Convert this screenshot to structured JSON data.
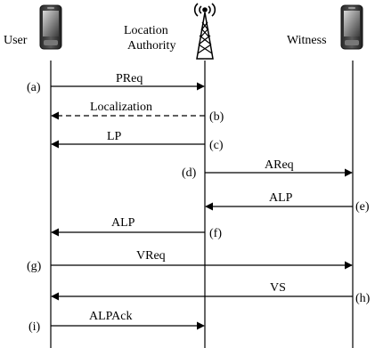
{
  "participants": [
    {
      "id": "user",
      "label_lines": [
        "User"
      ],
      "icon": "mobile-phone-icon"
    },
    {
      "id": "la",
      "label_lines": [
        "Location",
        "Authority"
      ],
      "icon": "radio-tower-icon"
    },
    {
      "id": "witness",
      "label_lines": [
        "Witness"
      ],
      "icon": "mobile-phone-icon"
    }
  ],
  "messages": [
    {
      "step": "(a)",
      "label": "PReq",
      "from": "user",
      "to": "la",
      "dashed": false
    },
    {
      "step": "(b)",
      "label": "Localization",
      "from": "la",
      "to": "user",
      "dashed": true
    },
    {
      "step": "(c)",
      "label": "LP",
      "from": "la",
      "to": "user",
      "dashed": false
    },
    {
      "step": "(d)",
      "label": "AReq",
      "from": "la",
      "to": "witness",
      "dashed": false
    },
    {
      "step": "(e)",
      "label": "ALP",
      "from": "witness",
      "to": "la",
      "dashed": false
    },
    {
      "step": "(f)",
      "label": "ALP",
      "from": "la",
      "to": "user",
      "dashed": false
    },
    {
      "step": "(g)",
      "label": "VReq",
      "from": "user",
      "to": "witness",
      "dashed": false
    },
    {
      "step": "(h)",
      "label": "VS",
      "from": "witness",
      "to": "user",
      "dashed": false
    },
    {
      "step": "(i)",
      "label": "ALPAck",
      "from": "user",
      "to": "la",
      "dashed": false
    }
  ]
}
